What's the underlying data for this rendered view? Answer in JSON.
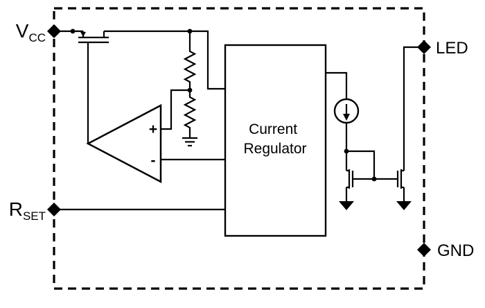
{
  "figure": {
    "type": "circuit-block-diagram",
    "description": "LED driver current regulator internal block diagram"
  },
  "pins": {
    "vcc": {
      "name": "V",
      "sub": "CC"
    },
    "rset": {
      "name": "R",
      "sub": "SET"
    },
    "led": {
      "name": "LED"
    },
    "gnd": {
      "name": "GND"
    }
  },
  "blocks": {
    "current_regulator": {
      "line1": "Current",
      "line2": "Regulator"
    }
  },
  "opamp": {
    "plus_label": "+",
    "minus_label": "-"
  },
  "components": [
    "pmos-pass-transistor",
    "feedback-resistor-upper",
    "feedback-resistor-lower",
    "error-amplifier",
    "current-regulator-block",
    "current-source",
    "nmos-mirror-left",
    "nmos-mirror-right",
    "ground-symbols",
    "chip-boundary-dashed"
  ],
  "colors": {
    "stroke": "#000000",
    "background": "#ffffff",
    "text": "#000000"
  }
}
